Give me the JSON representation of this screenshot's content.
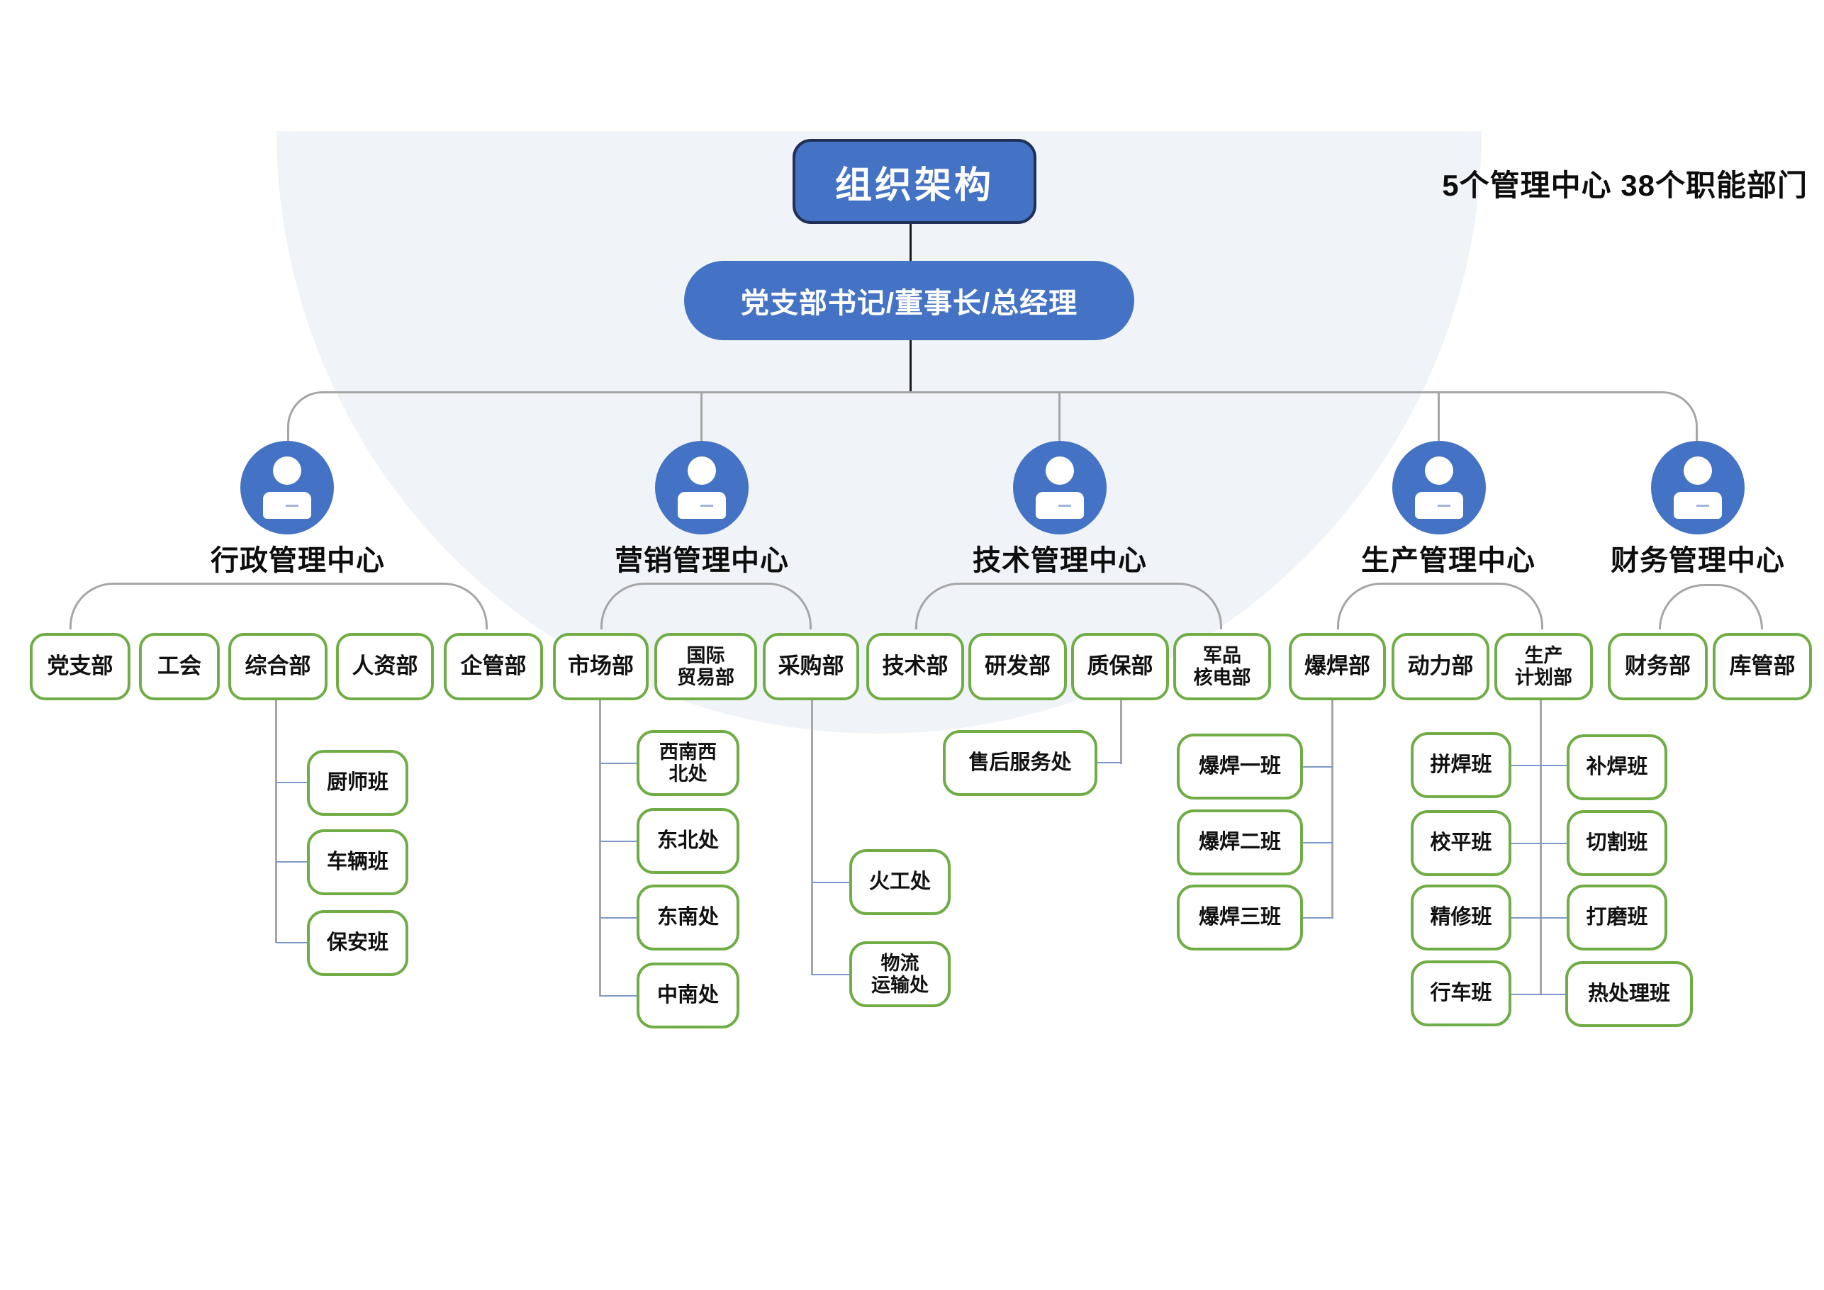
{
  "badge": "5个管理中心 38个职能部门",
  "root": {
    "title": "组织架构",
    "executive": "党支部书记/董事长/总经理"
  },
  "accent_colors": {
    "node_blue": "#4472c4",
    "node_green_border": "#70ad47",
    "connector_gray": "#a6a6a6",
    "connector_blue": "#7e9ac8",
    "background_circle": "#f0f3f7"
  },
  "centers": {
    "admin": {
      "label": "行政管理中心",
      "icon": "person-icon",
      "depts": [
        "党支部",
        "工会",
        "综合部",
        "人资部",
        "企管部"
      ],
      "teams": [
        "厨师班",
        "车辆班",
        "保安班"
      ]
    },
    "marketing": {
      "label": "营销管理中心",
      "icon": "person-icon",
      "depts": [
        "市场部",
        "国际\n贸易部",
        "采购部"
      ],
      "market_offices": [
        "西南西\n北处",
        "东北处",
        "东南处",
        "中南处"
      ],
      "purchase_offices": [
        "火工处",
        "物流\n运输处"
      ]
    },
    "tech": {
      "label": "技术管理中心",
      "icon": "person-icon",
      "depts": [
        "技术部",
        "研发部",
        "质保部",
        "军品\n核电部"
      ],
      "quality_offices": [
        "售后服务处"
      ]
    },
    "production": {
      "label": "生产管理中心",
      "icon": "person-icon",
      "depts": [
        "爆焊部",
        "动力部",
        "生产\n计划部"
      ],
      "weld_teams": [
        "爆焊一班",
        "爆焊二班",
        "爆焊三班"
      ],
      "plan_teams_left": [
        "拼焊班",
        "校平班",
        "精修班",
        "行车班"
      ],
      "plan_teams_right": [
        "补焊班",
        "切割班",
        "打磨班",
        "热处理班"
      ]
    },
    "finance": {
      "label": "财务管理中心",
      "icon": "person-icon",
      "depts": [
        "财务部",
        "库管部"
      ]
    }
  }
}
